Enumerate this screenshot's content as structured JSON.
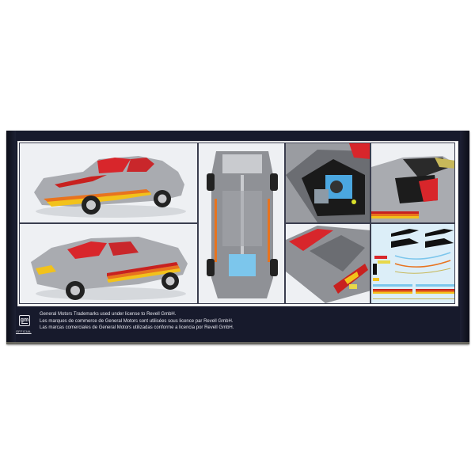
{
  "image": {
    "subject": "Back of a Revell model kit box showing a silver Chevrolet Camaro with rainbow side stripes",
    "background_color": "#ffffff",
    "box_color": "#171a2c",
    "accent_colors": {
      "car_silver": "#a9abb0",
      "interior_red": "#d8262b",
      "stripe_orange": "#e8731e",
      "stripe_yellow": "#f2c21b",
      "stripe_red": "#c8211f",
      "decal_blue": "#7cc6ec"
    }
  },
  "panels": [
    {
      "id": "front-three-quarter",
      "label": "Front 3/4 view of assembled car"
    },
    {
      "id": "rear-three-quarter",
      "label": "Rear 3/4 view of assembled car"
    },
    {
      "id": "underside",
      "label": "Underside chassis view"
    },
    {
      "id": "engine-bay",
      "label": "Engine bay detail"
    },
    {
      "id": "rear-deck",
      "label": "Rear deck and taillights detail"
    },
    {
      "id": "interior",
      "label": "T-top interior detail"
    },
    {
      "id": "decal-sheet",
      "label": "Decal sheet"
    }
  ],
  "footer": {
    "logo_text": "gm",
    "logo_subtext": "OFFICIAL",
    "legal_lines": [
      "General Motors Trademarks used under license to Revell GmbH.",
      "Les marques de commerce de General Motors sont utilisées sous licence par Revell GmbH.",
      "Las marcas comerciales de General Motors utilizadas conforme a licencia por Revell GmbH."
    ]
  }
}
